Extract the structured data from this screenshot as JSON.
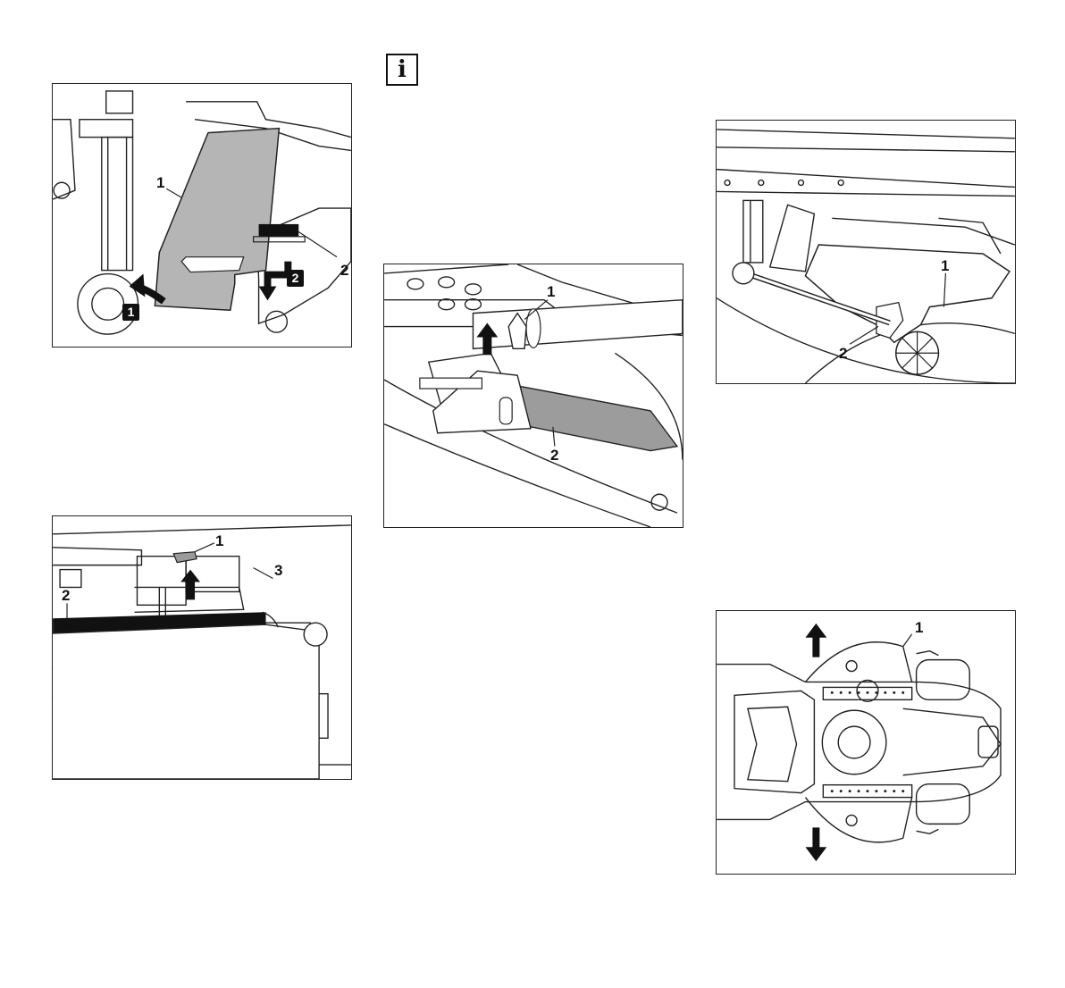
{
  "info_icon": {
    "glyph": "i"
  },
  "figures": [
    {
      "id": "fig-top-left",
      "callouts": [
        "1",
        "2"
      ],
      "badges": [
        "1",
        "2"
      ]
    },
    {
      "id": "fig-bottom-left",
      "callouts": [
        "1",
        "2",
        "3"
      ]
    },
    {
      "id": "fig-middle",
      "callouts": [
        "1",
        "2"
      ]
    },
    {
      "id": "fig-top-right",
      "callouts": [
        "1",
        "2"
      ]
    },
    {
      "id": "fig-bottom-right",
      "callouts": [
        "1"
      ]
    }
  ]
}
